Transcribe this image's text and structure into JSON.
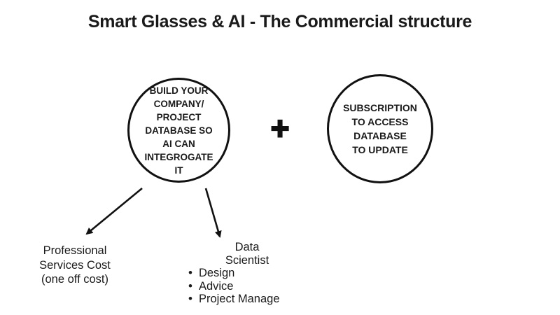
{
  "title": "Smart Glasses & AI - The Commercial structure",
  "left_circle": {
    "lines": [
      "BUILD YOUR",
      "COMPANY/",
      "PROJECT",
      "DATABASE SO",
      "AI CAN",
      "INTEGROGATE",
      "IT"
    ]
  },
  "operator": {
    "plus": "+"
  },
  "right_circle": {
    "lines": [
      "SUBSCRIPTION",
      "TO ACCESS",
      "DATABASE",
      "TO UPDATE"
    ]
  },
  "professional_services": {
    "lines": [
      "Professional",
      "Services Cost",
      "(one off cost)"
    ]
  },
  "data_scientist": {
    "heading_lines": [
      "Data",
      "Scientist"
    ],
    "bullet": "•",
    "items": [
      "Design",
      "Advice",
      "Project Manage"
    ]
  },
  "colors": {
    "background": "#ffffff",
    "ink": "#1a1a1a",
    "stroke": "#111111"
  }
}
